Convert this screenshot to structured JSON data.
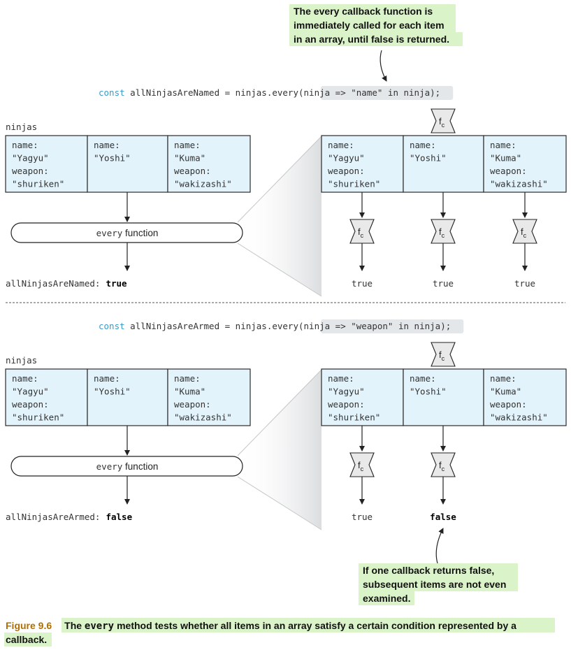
{
  "top_annotation": [
    "The every callback function is",
    "immediately called for each item",
    "in an array, until false is returned."
  ],
  "bottom_annotation": [
    "If one callback returns false,",
    "subsequent items are not even",
    "examined."
  ],
  "callback_symbol": {
    "main": "f",
    "sub": "c"
  },
  "panels": [
    {
      "code": {
        "keyword": "const",
        "middle": " allNinjasAreNamed = ninjas.every(",
        "arg": "ninja => \"name\" in ninja",
        "end": ");"
      },
      "array_label": "ninjas",
      "cells": [
        [
          "name:",
          " \"Yagyu\"",
          "weapon:",
          " \"shuriken\""
        ],
        [
          "name:",
          " \"Yoshi\""
        ],
        [
          "name:",
          " \"Kuma\"",
          "weapon:",
          " \"wakizashi\""
        ]
      ],
      "function_label": {
        "code": "every",
        "text": " function"
      },
      "result_label": "allNinjasAreNamed:",
      "result_value": "true",
      "callback_results": [
        "true",
        "true",
        "true"
      ],
      "bold_result_index": -1
    },
    {
      "code": {
        "keyword": "const",
        "middle": " allNinjasAreArmed = ninjas.every(",
        "arg": "ninja => \"weapon\" in ninja",
        "end": ");"
      },
      "array_label": "ninjas",
      "cells": [
        [
          "name:",
          " \"Yagyu\"",
          "weapon:",
          " \"shuriken\""
        ],
        [
          "name:",
          " \"Yoshi\""
        ],
        [
          "name:",
          " \"Kuma\"",
          "weapon:",
          " \"wakizashi\""
        ]
      ],
      "function_label": {
        "code": "every",
        "text": " function"
      },
      "result_label": "allNinjasAreArmed:",
      "result_value": "false",
      "callback_results": [
        "true",
        "false"
      ],
      "bold_result_index": 1
    }
  ],
  "caption": {
    "number": "Figure 9.6",
    "pre": "The ",
    "code": "every",
    "post": " method tests whether all items in an array satisfy a certain condition represented by a",
    "line2": "callback."
  }
}
